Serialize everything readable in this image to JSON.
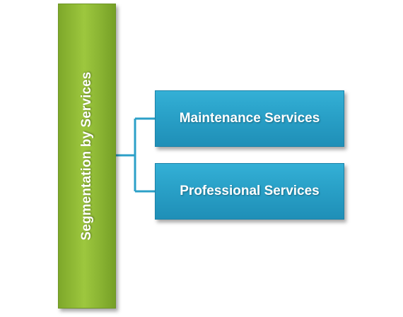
{
  "diagram": {
    "root": {
      "label": "Segmentation by Services"
    },
    "children": [
      {
        "label": "Maintenance Services"
      },
      {
        "label": "Professional Services"
      }
    ]
  },
  "colors": {
    "root_fill": "#9dc73e",
    "child_fill": "#2aa2c9",
    "connector": "#2ca0c8"
  }
}
